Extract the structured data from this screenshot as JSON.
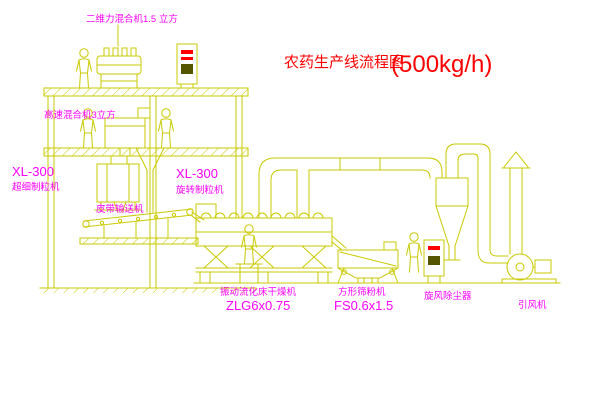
{
  "title": {
    "text": "农药生产线流程图",
    "capacity": "(500kg/h)"
  },
  "labels": {
    "two_d_mixer": "二维力混合机1.5 立方",
    "high_speed_mixer": "高速混合机3立方",
    "granulator_left_model": "XL-300",
    "granulator_left_name": "超细制粒机",
    "granulator_right_model": "XL-300",
    "granulator_right_name": "旋转制粒机",
    "belt_conveyor": "皮带输送机",
    "dryer_name": "振动流化床干燥机",
    "dryer_model": "ZLG6x0.75",
    "sieve_name": "方形筛粉机",
    "sieve_model": "FS0.6x1.5",
    "cyclone": "旋风除尘器",
    "fan": "引风机"
  },
  "colors": {
    "line_yellow": "#c9c900",
    "label_magenta": "#ff00ff",
    "title_red": "#ff0000",
    "panel_dark": "#555500",
    "background": "#ffffff"
  }
}
